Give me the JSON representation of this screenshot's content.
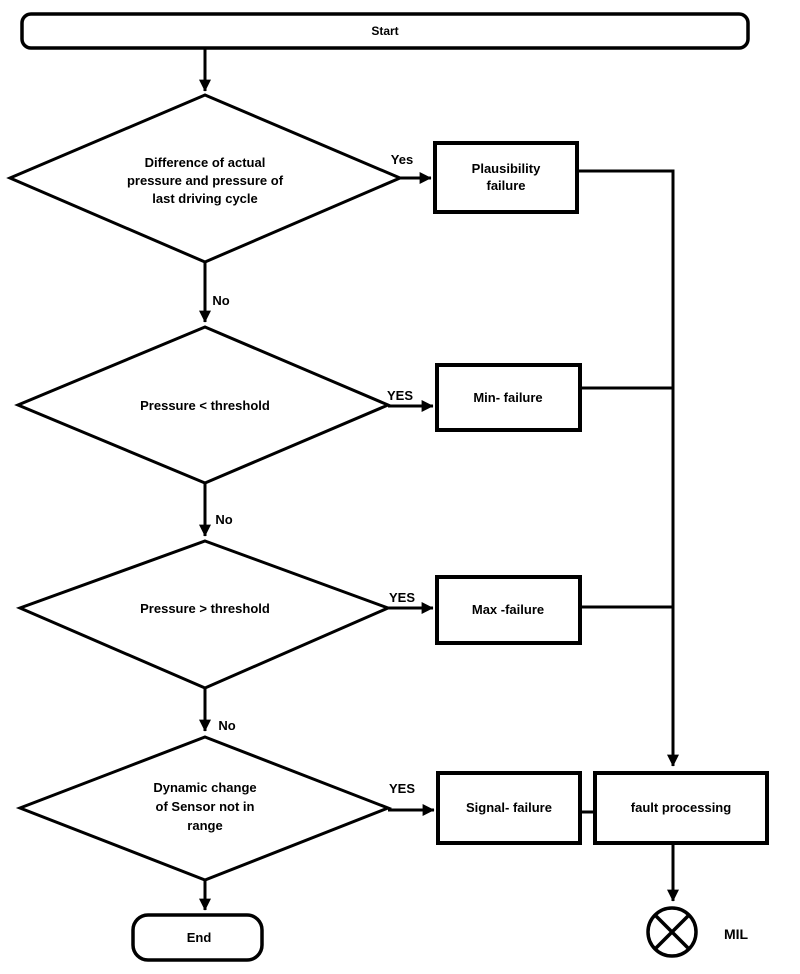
{
  "colors": {
    "line": "#000000",
    "background": "#ffffff"
  },
  "flowchart": {
    "start": {
      "label": "Start"
    },
    "end": {
      "label": "End"
    },
    "decision1": {
      "lines": [
        "Difference of  actual",
        "pressure and pressure of",
        "last driving cycle"
      ],
      "yes": "Yes",
      "no": "No"
    },
    "decision2": {
      "text": "Pressure < threshold",
      "yes": "YES",
      "no": "No"
    },
    "decision3": {
      "text": "Pressure > threshold",
      "yes": "YES",
      "no": "No"
    },
    "decision4": {
      "lines": [
        "Dynamic change",
        "of Sensor not in",
        "range"
      ],
      "yes": "YES"
    },
    "failure1": {
      "lines": [
        "Plausibility",
        "failure"
      ]
    },
    "failure2": {
      "label": "Min- failure"
    },
    "failure3": {
      "label": "Max -failure"
    },
    "failure4": {
      "label": "Signal- failure"
    },
    "fault_processing": {
      "label": "fault processing"
    },
    "mil": {
      "label": "MIL"
    }
  }
}
